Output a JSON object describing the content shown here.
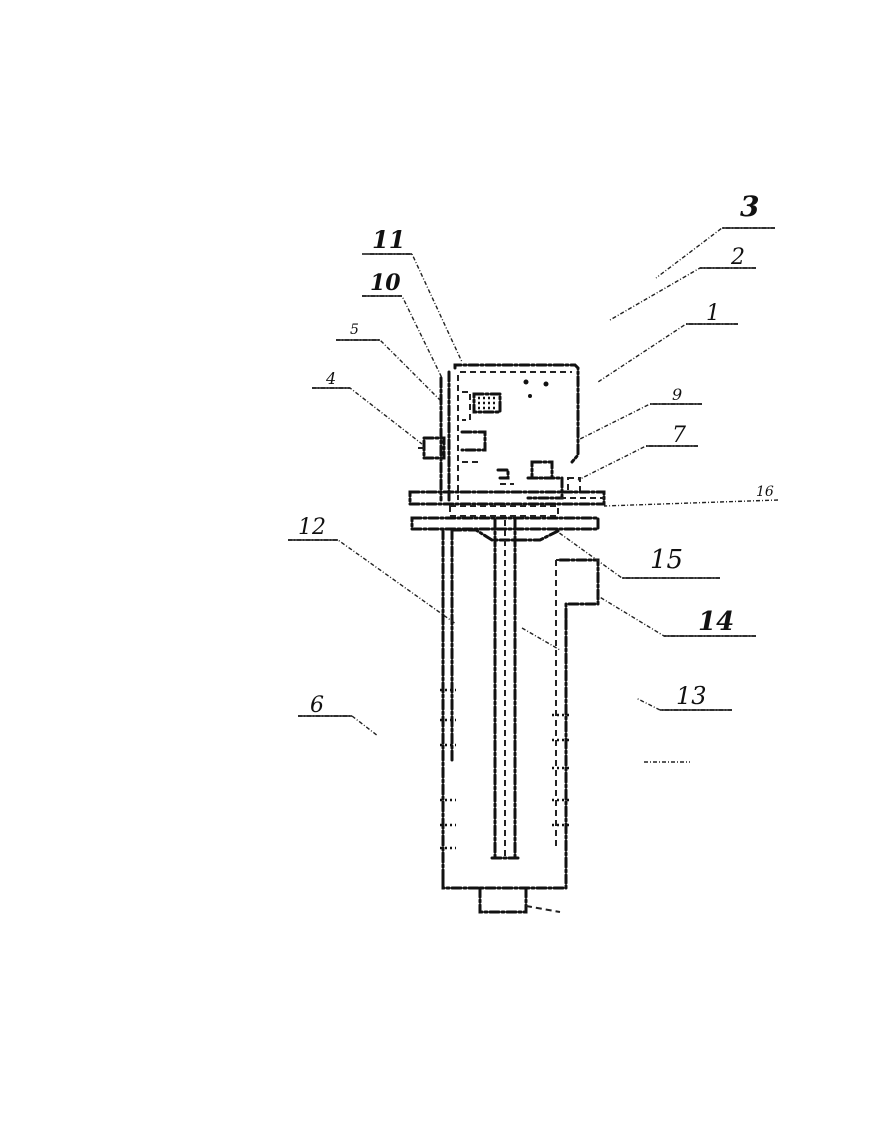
{
  "callouts": {
    "c3": "3",
    "c2": "2",
    "c1": "1",
    "c9": "9",
    "c7": "7",
    "c16": "16",
    "c15": "15",
    "c14": "14",
    "c13": "13",
    "c11": "11",
    "c10": "10",
    "c5": "5",
    "c4": "4",
    "c12": "12",
    "c6": "6"
  }
}
